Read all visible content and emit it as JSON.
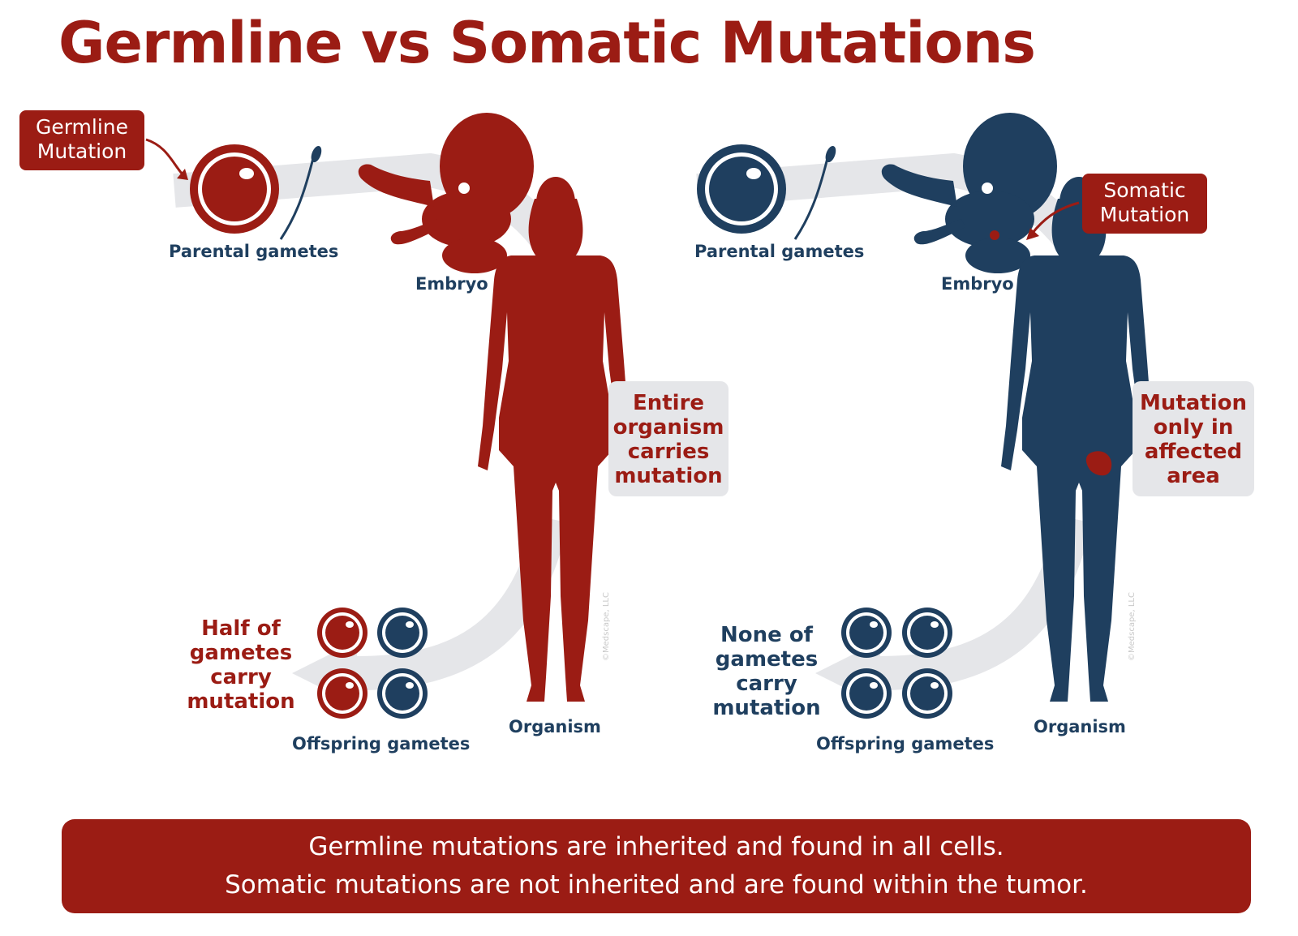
{
  "title": "Germline vs Somatic Mutations",
  "colors": {
    "red": "#9b1c14",
    "navy": "#1f3f5f",
    "arrow_grey": "#e5e6e9"
  },
  "germline": {
    "callout": [
      "Germline",
      "Mutation"
    ],
    "parental_gametes": "Parental gametes",
    "embryo": "Embryo",
    "organism": "Organism",
    "offspring_gametes": "Offspring gametes",
    "organism_note": [
      "Entire",
      "organism",
      "carries",
      "mutation"
    ],
    "gametes_note": [
      "Half of",
      "gametes",
      "carry",
      "mutation"
    ],
    "copyright": "©Medscape, LLC"
  },
  "somatic": {
    "callout": [
      "Somatic",
      "Mutation"
    ],
    "parental_gametes": "Parental gametes",
    "embryo": "Embryo",
    "organism": "Organism",
    "offspring_gametes": "Offspring gametes",
    "organism_note": [
      "Mutation",
      "only in",
      "affected",
      "area"
    ],
    "gametes_note": [
      "None of",
      "gametes",
      "carry",
      "mutation"
    ],
    "copyright": "©Medscape, LLC"
  },
  "footer": [
    "Germline mutations are inherited and found in all cells.",
    "Somatic mutations are not inherited and are found within the tumor."
  ]
}
